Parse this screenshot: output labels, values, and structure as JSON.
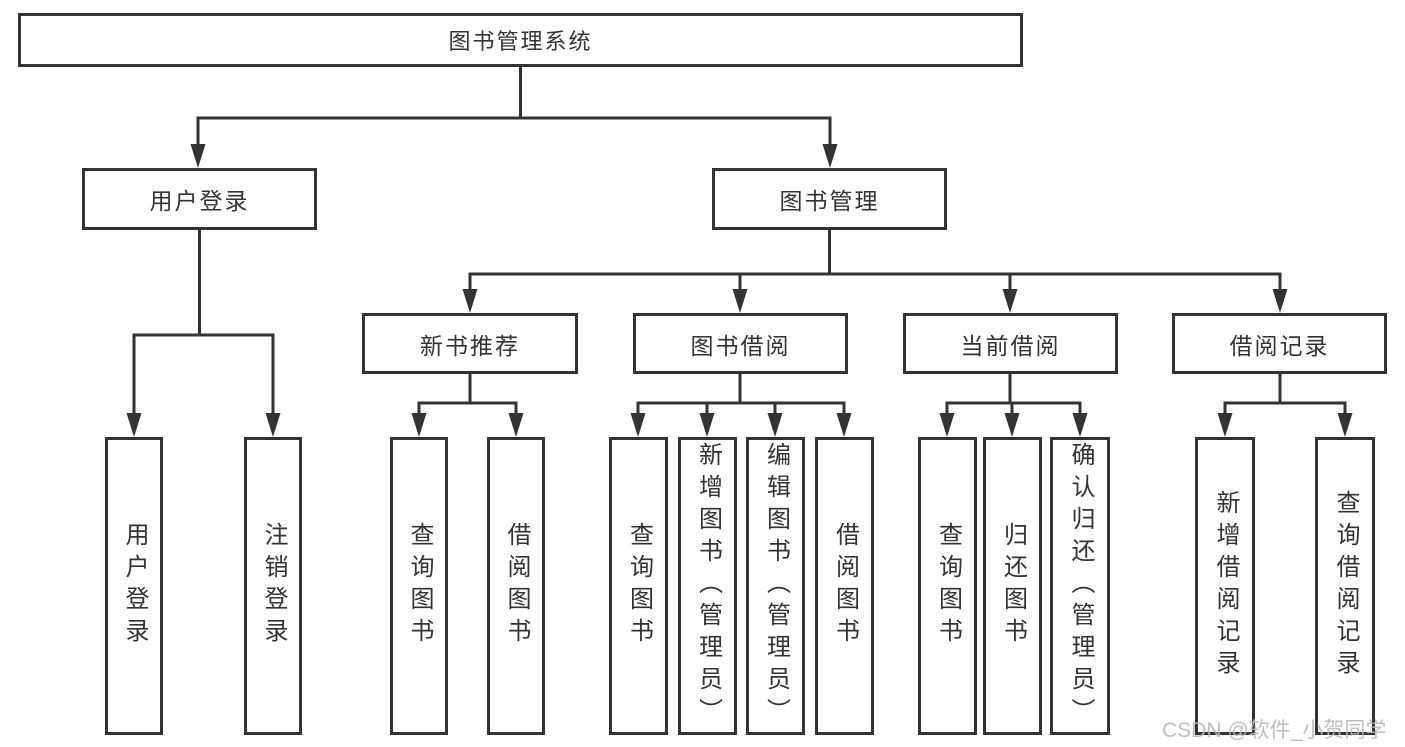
{
  "diagram": {
    "root": {
      "label": "图书管理系统"
    },
    "children": [
      {
        "label": "用户登录",
        "children": [
          {
            "label": "用户登录"
          },
          {
            "label": "注销登录"
          }
        ]
      },
      {
        "label": "图书管理",
        "children": [
          {
            "label": "新书推荐",
            "children": [
              {
                "label": "查询图书"
              },
              {
                "label": "借阅图书"
              }
            ]
          },
          {
            "label": "图书借阅",
            "children": [
              {
                "label": "查询图书"
              },
              {
                "label": "新增图书（管理员）"
              },
              {
                "label": "编辑图书（管理员）"
              },
              {
                "label": "借阅图书"
              }
            ]
          },
          {
            "label": "当前借阅",
            "children": [
              {
                "label": "查询图书"
              },
              {
                "label": "归还图书"
              },
              {
                "label": "确认归还（管理员）"
              }
            ]
          },
          {
            "label": "借阅记录",
            "children": [
              {
                "label": "新增借阅记录"
              },
              {
                "label": "查询借阅记录"
              }
            ]
          }
        ]
      }
    ]
  },
  "watermark": "CSDN @软件_小贺同学",
  "colors": {
    "line": "#333333",
    "text": "#333333",
    "background": "#ffffff",
    "watermark": "#b9b9b9"
  }
}
